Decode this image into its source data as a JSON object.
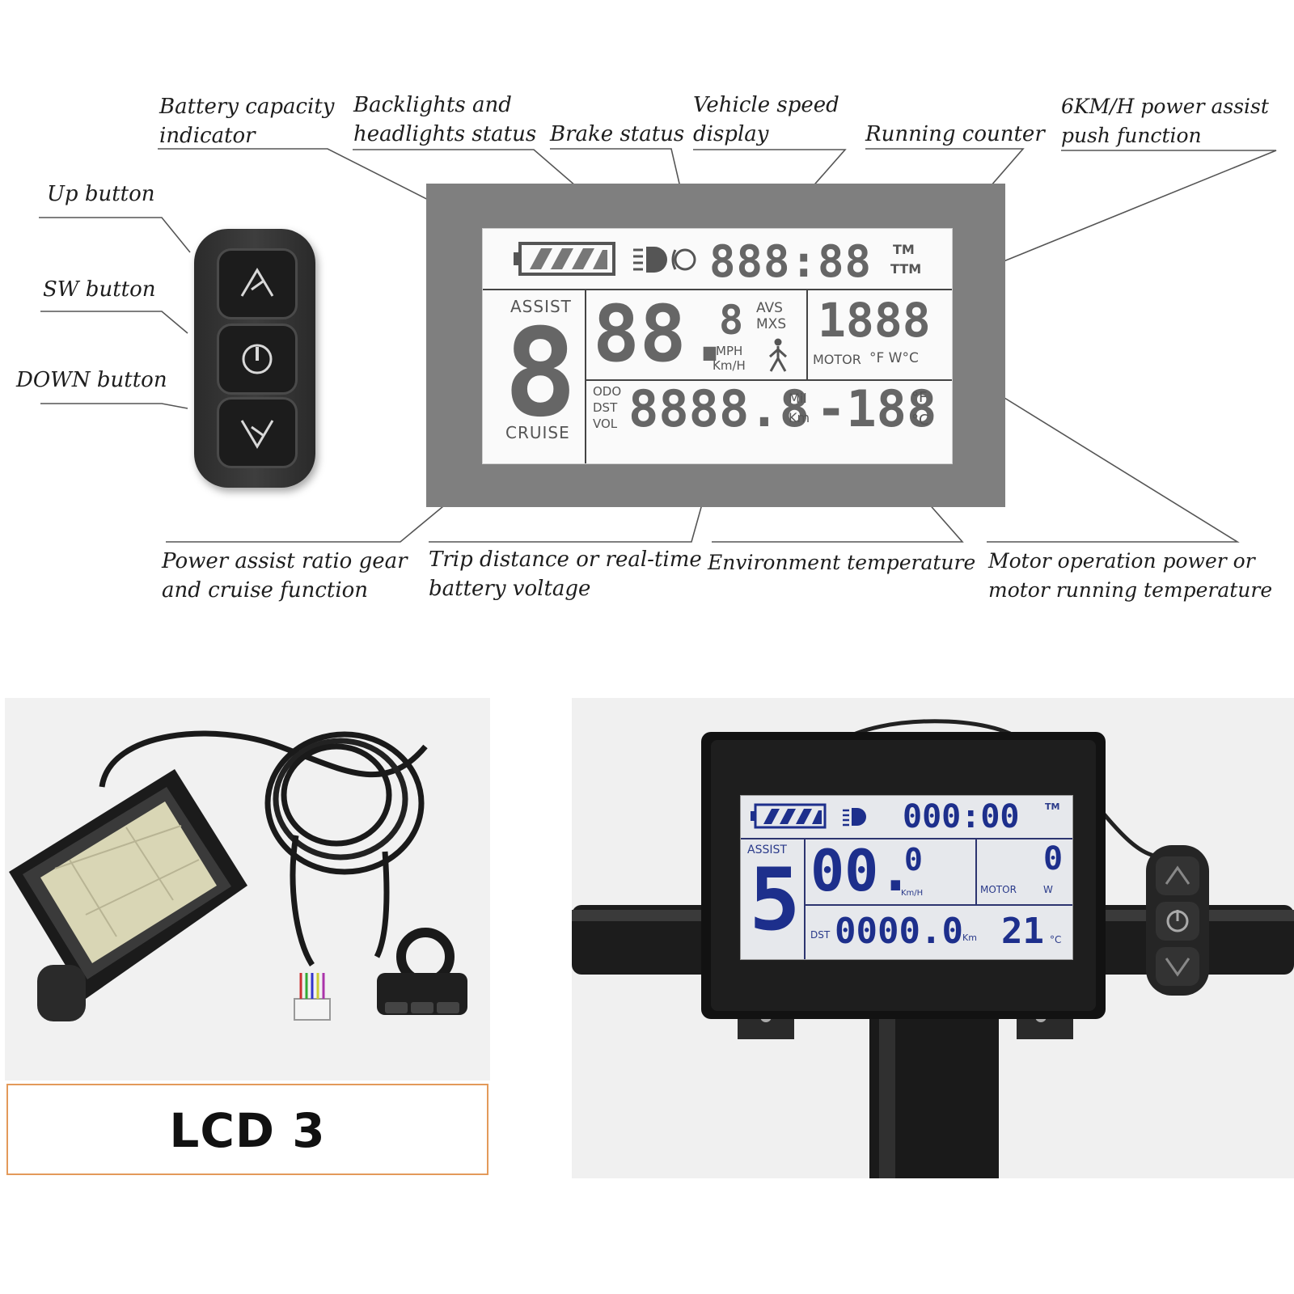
{
  "callouts": {
    "battery_capacity": "Battery capacity\nindicator",
    "backlights": "Backlights and\nheadlights status",
    "brake": "Brake status",
    "vehicle_speed": "Vehicle speed\ndisplay",
    "running_counter": "Running counter",
    "push_function": "6KM/H power assist\npush function",
    "up_button": "Up button",
    "sw_button": "SW button",
    "down_button": "DOWN button",
    "assist_ratio": "Power assist ratio gear\nand cruise function",
    "trip_distance": "Trip distance or real-time\nbattery voltage",
    "env_temp": "Environment temperature",
    "motor_power": "Motor operation power or\nmotor running temperature"
  },
  "schematic": {
    "clock": "888:88",
    "tm": "TM",
    "ttm": "TTM",
    "assist_label": "ASSIST",
    "assist_digit": "8",
    "cruise_label": "CRUISE",
    "speed": "88.",
    "speed_small": "8",
    "avs": "AVS",
    "mxs": "MXS",
    "mph": "MPH",
    "kmh": "Km/H",
    "motor_digits": "1888",
    "motor_label": "MOTOR",
    "motor_units": "°F W°C",
    "odo": "ODO",
    "dst": "DST",
    "vol": "VOL",
    "distance": "8888.8",
    "mil": "Mil",
    "km": "Km",
    "temp": "-188",
    "deg_f": "°F",
    "deg_c": "°C"
  },
  "lcd_label": "LCD 3",
  "photo_lcd": {
    "clock": "000:00",
    "tm": "TM",
    "assist_label": "ASSIST",
    "assist_digit": "5",
    "speed": "00.",
    "speed_small": "0",
    "kmh": "Km/H",
    "motor_digit": "0",
    "motor_label": "MOTOR",
    "w": "W",
    "dst": "DST",
    "distance": "0000.0",
    "km": "Km",
    "temp": "21",
    "deg_c": "°C"
  },
  "colors": {
    "schematic_frame": "#7f7f7f",
    "schematic_segments": "#666666",
    "lcd_segments": "#1d2f8c",
    "lcd_label_border": "#e39a5a"
  }
}
